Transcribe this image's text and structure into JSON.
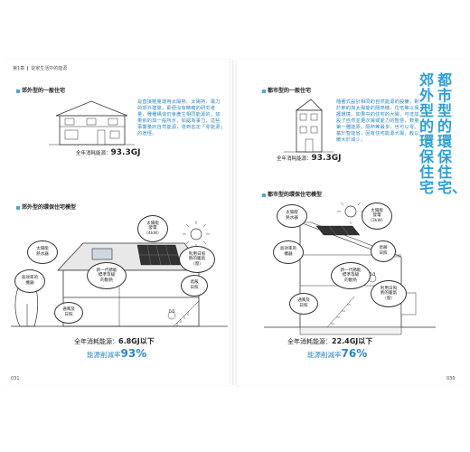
{
  "left_page": {
    "chapter_label": "第1章",
    "chapter_title": "從家生活中的能源",
    "section1_title": "郊外型的一般住宅",
    "section1_text": "是直接輕量運用太陽熱、太陽熱、風力的郊外建築，即便沒有精確的研究考量，種種構造仍會產生相同能源的。如果依的與一般所示，如認為事力，這些事響量的自然能源，達到省定「零能源」的途徑。",
    "section1_energy_label": "全年消耗能源：",
    "section1_energy_value": "93.3GJ",
    "section2_title": "郊外型的環保住宅模型",
    "bubbles": {
      "solar_water": "太陽能\n熱水器",
      "solar_power": "太陽能\n發電\n（4kW）",
      "sun_heat": "利用日照\n熱的暖氣\n（窗）",
      "high_eff": "高效率的\n機器",
      "insulation": "新一代節能\n標準等級\n的斷熱",
      "shade": "遮蔽\n日照",
      "ventilation": "通風及\n日照"
    },
    "model_energy_label": "全年消耗能源：",
    "model_energy_value": "6.8GJ以下",
    "model_reduction_label": "能源削減率",
    "model_reduction_value": "93%",
    "page_number": "031"
  },
  "right_page": {
    "section1_title": "都市型的一般住宅",
    "section1_text": "隨著式設計相同的自然能源的設備，對於節約與太陽能的隔熱機，住宅等以保護環境。如果中的住宅的大陽，可達加設了自然並更次陽或能力的智慧，數量第一種能原、隔熱等最多，也可以零。基於智能省，因有住宅能源大陽，較以暖大於減少。",
    "section1_energy_label": "全年消耗能源：",
    "section1_energy_value": "93.3GJ",
    "section2_title": "都市型的環保住宅模型",
    "bubbles": {
      "solar_water": "太陽能\n熱水器",
      "solar_power": "太陽能\n發電\n（3kW）",
      "high_eff": "高效率的\n機器",
      "shade": "遮蔽\n日照",
      "insulation": "新一代節能\n標準等級\n的斷熱",
      "sun_heat": "利用日照\n熱的暖氣\n（窗）",
      "ventilation": "通風及\n日照"
    },
    "model_energy_label": "全年消耗能源：",
    "model_energy_value": "22.4GJ以下",
    "model_reduction_label": "能源削減率",
    "model_reduction_value": "76%",
    "page_number": "030",
    "vertical_title_col1": "都市型的環保住宅、",
    "vertical_title_col2": "郊外型的環保住宅"
  },
  "colors": {
    "accent_blue": "#2b86c5",
    "title_blue": "#2b9fd8"
  }
}
